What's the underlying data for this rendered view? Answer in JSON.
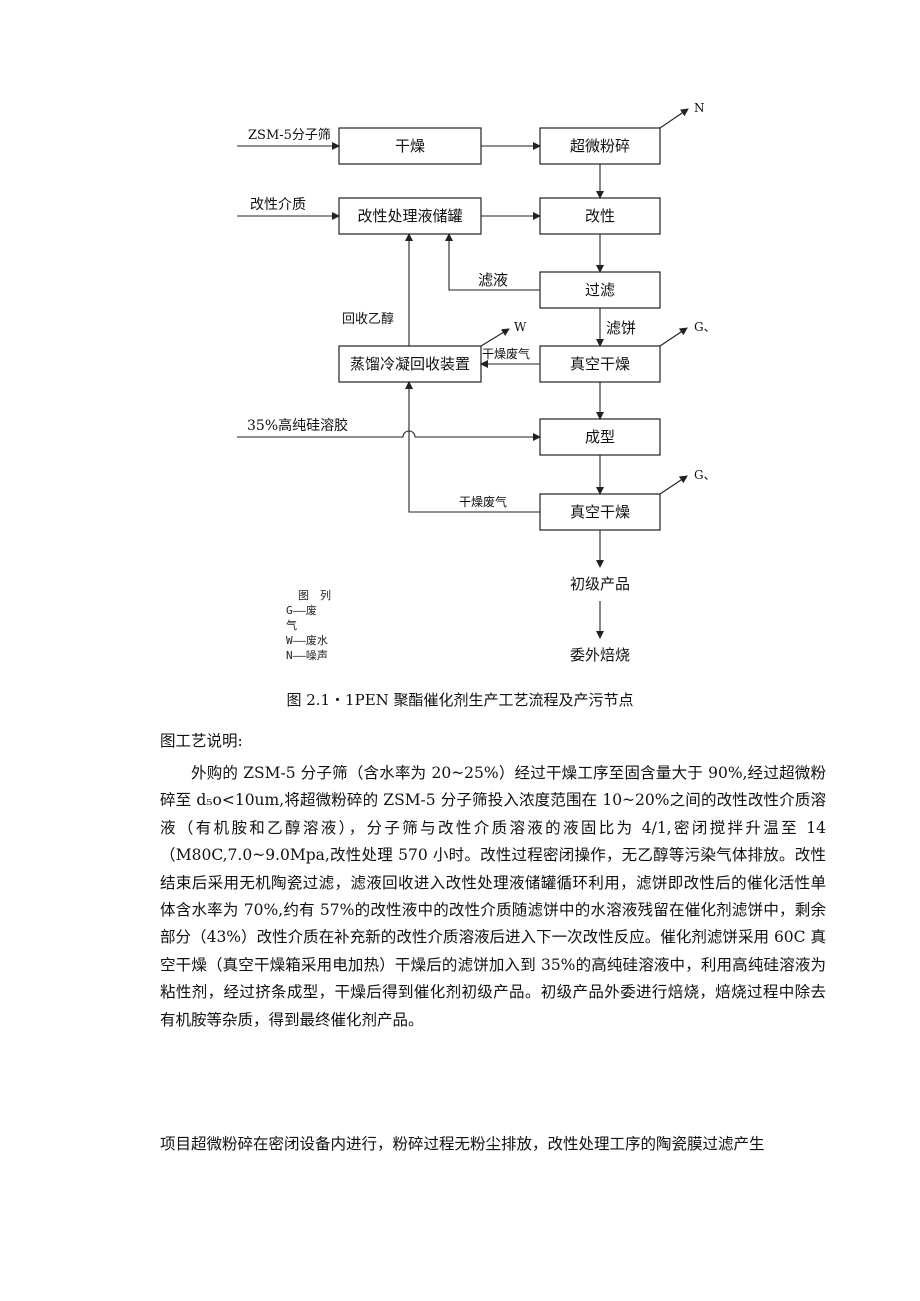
{
  "diagram": {
    "inputs": {
      "zsm5": "ZSM-5分子筛",
      "modifier": "改性介质",
      "silica": "35%高纯硅溶胶"
    },
    "boxes": {
      "dry": "干燥",
      "mill": "超微粉碎",
      "tank": "改性处理液储罐",
      "modify": "改性",
      "filter": "过滤",
      "distill": "蒸馏冷凝回收装置",
      "vacdry1": "真空干燥",
      "form": "成型",
      "vacdry2": "真空干燥"
    },
    "flow_labels": {
      "filtrate": "滤液",
      "cake": "滤饼",
      "recycle_ethanol": "回收乙醇",
      "dry_gas1": "干燥废气",
      "dry_gas2": "干燥废气"
    },
    "emissions": {
      "noise": "N",
      "water": "W",
      "gas1": "G、",
      "gas2": "G、"
    },
    "outputs": {
      "primary": "初级产品",
      "calcine": "委外焙烧"
    },
    "legend": {
      "title": "图　列",
      "line1": "G——废",
      "line2": "气",
      "line3": "W——废水",
      "line4": "N——噪声"
    }
  },
  "caption": "图 2.1・1PEN 聚酯催化剂生产工艺流程及产污节点",
  "heading": "图工艺说明:",
  "paragraph1": "外购的 ZSM-5 分子筛（含水率为 20~25%）经过干燥工序至固含量大于 90%,经过超微粉碎至 d₅o<10um,将超微粉碎的 ZSM-5 分子筛投入浓度范围在 10~20%之间的改性改性介质溶液（有机胺和乙醇溶液），分子筛与改性介质溶液的液固比为 4/1,密闭搅拌升温至 14（M80C,7.0~9.0Mpa,改性处理 570 小时。改性过程密闭操作，无乙醇等污染气体排放。改性结束后采用无机陶瓷过滤，滤液回收进入改性处理液储罐循环利用，滤饼即改性后的催化活性单体含水率为 70%,约有 57%的改性液中的改性介质随滤饼中的水溶液残留在催化剂滤饼中，剩余部分（43%）改性介质在补充新的改性介质溶液后进入下一次改性反应。催化剂滤饼采用 60C 真空干燥（真空干燥箱采用电加热）干燥后的滤饼加入到 35%的高纯硅溶液中，利用高纯硅溶液为粘性剂，经过挤条成型，干燥后得到催化剂初级产品。初级产品外委进行焙烧，焙烧过程中除去有机胺等杂质，得到最终催化剂产品。",
  "paragraph2": "项目超微粉碎在密闭设备内进行，粉碎过程无粉尘排放，改性处理工序的陶瓷膜过滤产生"
}
